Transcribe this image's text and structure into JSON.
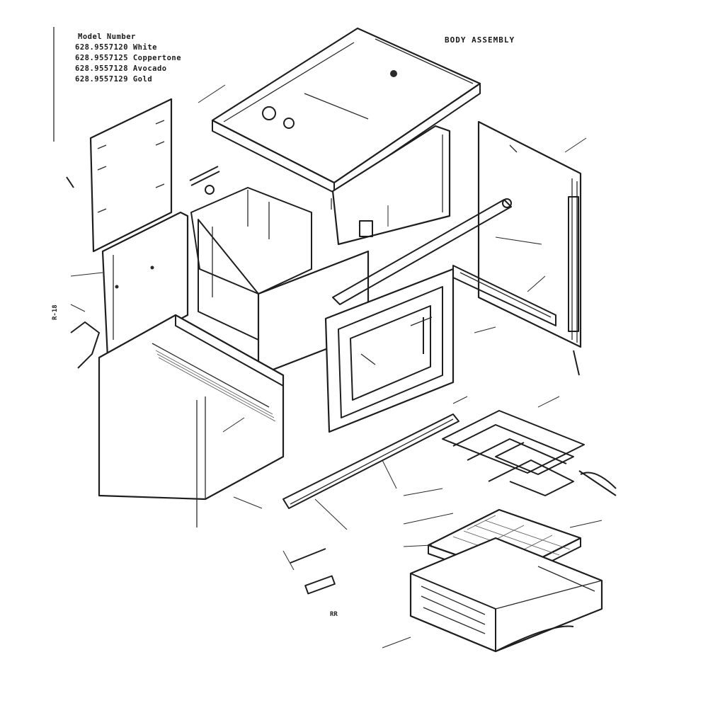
{
  "title": "BODY ASSEMBLY",
  "model_header": {
    "heading": "Model Number",
    "models": [
      "628.9557120 White",
      "628.9557125 Coppertone",
      "628.9557128 Avocado",
      "628.9557129 Gold"
    ]
  },
  "page_marks": {
    "side_mark": "R-18",
    "bottom_mark": "RR"
  }
}
